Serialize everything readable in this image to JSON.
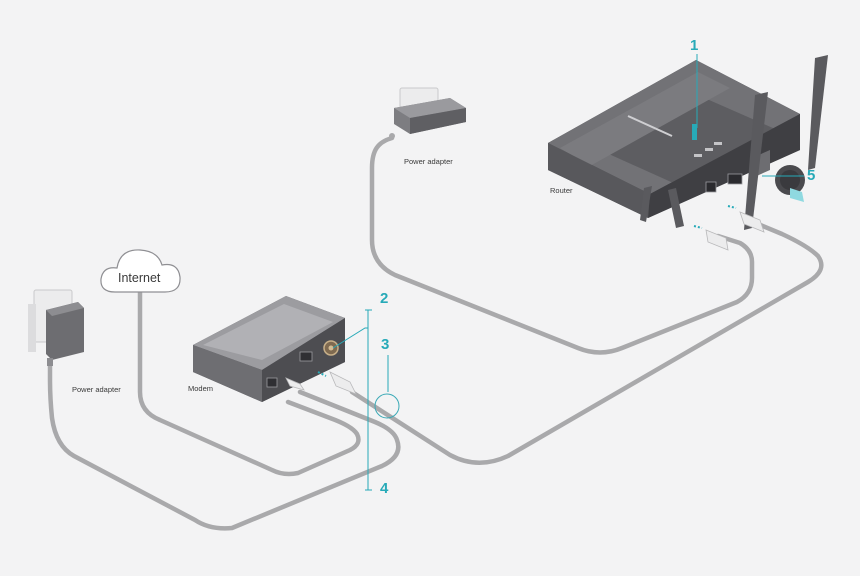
{
  "labels": {
    "power_adapter_router": "Power adapter",
    "power_adapter_modem": "Power adapter",
    "router": "Router",
    "modem": "Modem",
    "internet": "Internet"
  },
  "callouts": [
    "1",
    "2",
    "3",
    "4",
    "5"
  ],
  "colors": {
    "background": "#f3f3f4",
    "cable": "#a7a7a9",
    "device_dark": "#5a5a5e",
    "device_mid": "#7a7a7e",
    "adapter": "#e9e9ea",
    "accent": "#27aab8"
  }
}
